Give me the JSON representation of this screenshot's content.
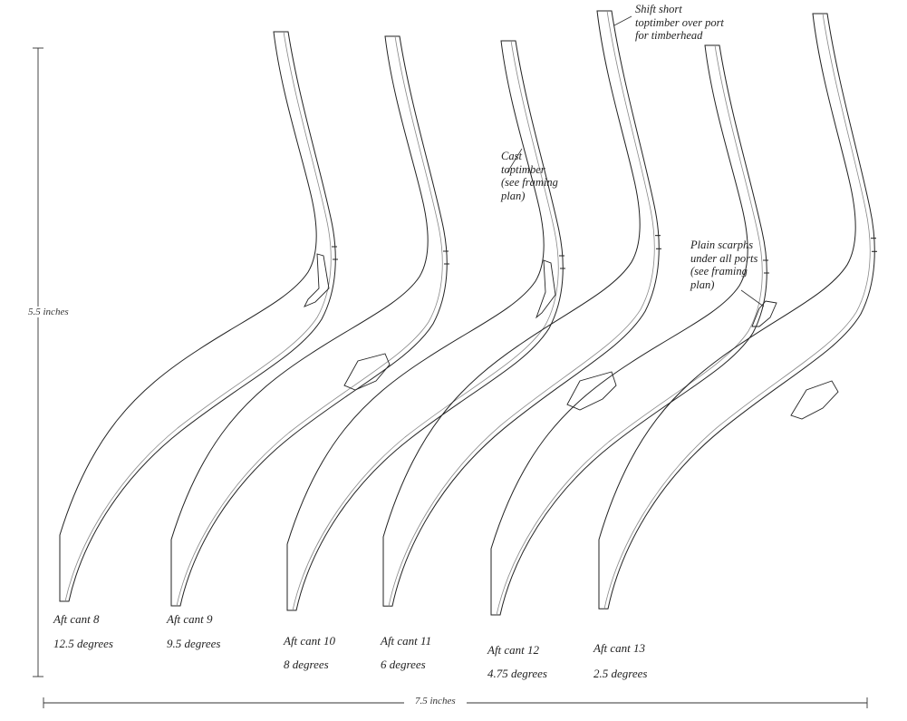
{
  "timbers": [
    {
      "name": "Aft cant 8",
      "angle": "12.5 degrees"
    },
    {
      "name": "Aft cant 9",
      "angle": "9.5 degrees"
    },
    {
      "name": "Aft cant 10",
      "angle": "8 degrees"
    },
    {
      "name": "Aft cant 11",
      "angle": "6 degrees"
    },
    {
      "name": "Aft cant 12",
      "angle": "4.75 degrees"
    },
    {
      "name": "Aft cant 13",
      "angle": "2.5 degrees"
    }
  ],
  "dimensions": {
    "height": "5.5 inches",
    "width": "7.5 inches"
  },
  "notes": {
    "shift": [
      "Shift short",
      "toptimber over port",
      "for timberhead"
    ],
    "cast": [
      "Cast",
      "toptimber",
      "(see framing",
      "plan)"
    ],
    "plain": [
      "Plain scarphs",
      "under all ports",
      "(see framing",
      "plan)"
    ]
  },
  "colors": {
    "line": "#222222",
    "inner": "#888888"
  }
}
